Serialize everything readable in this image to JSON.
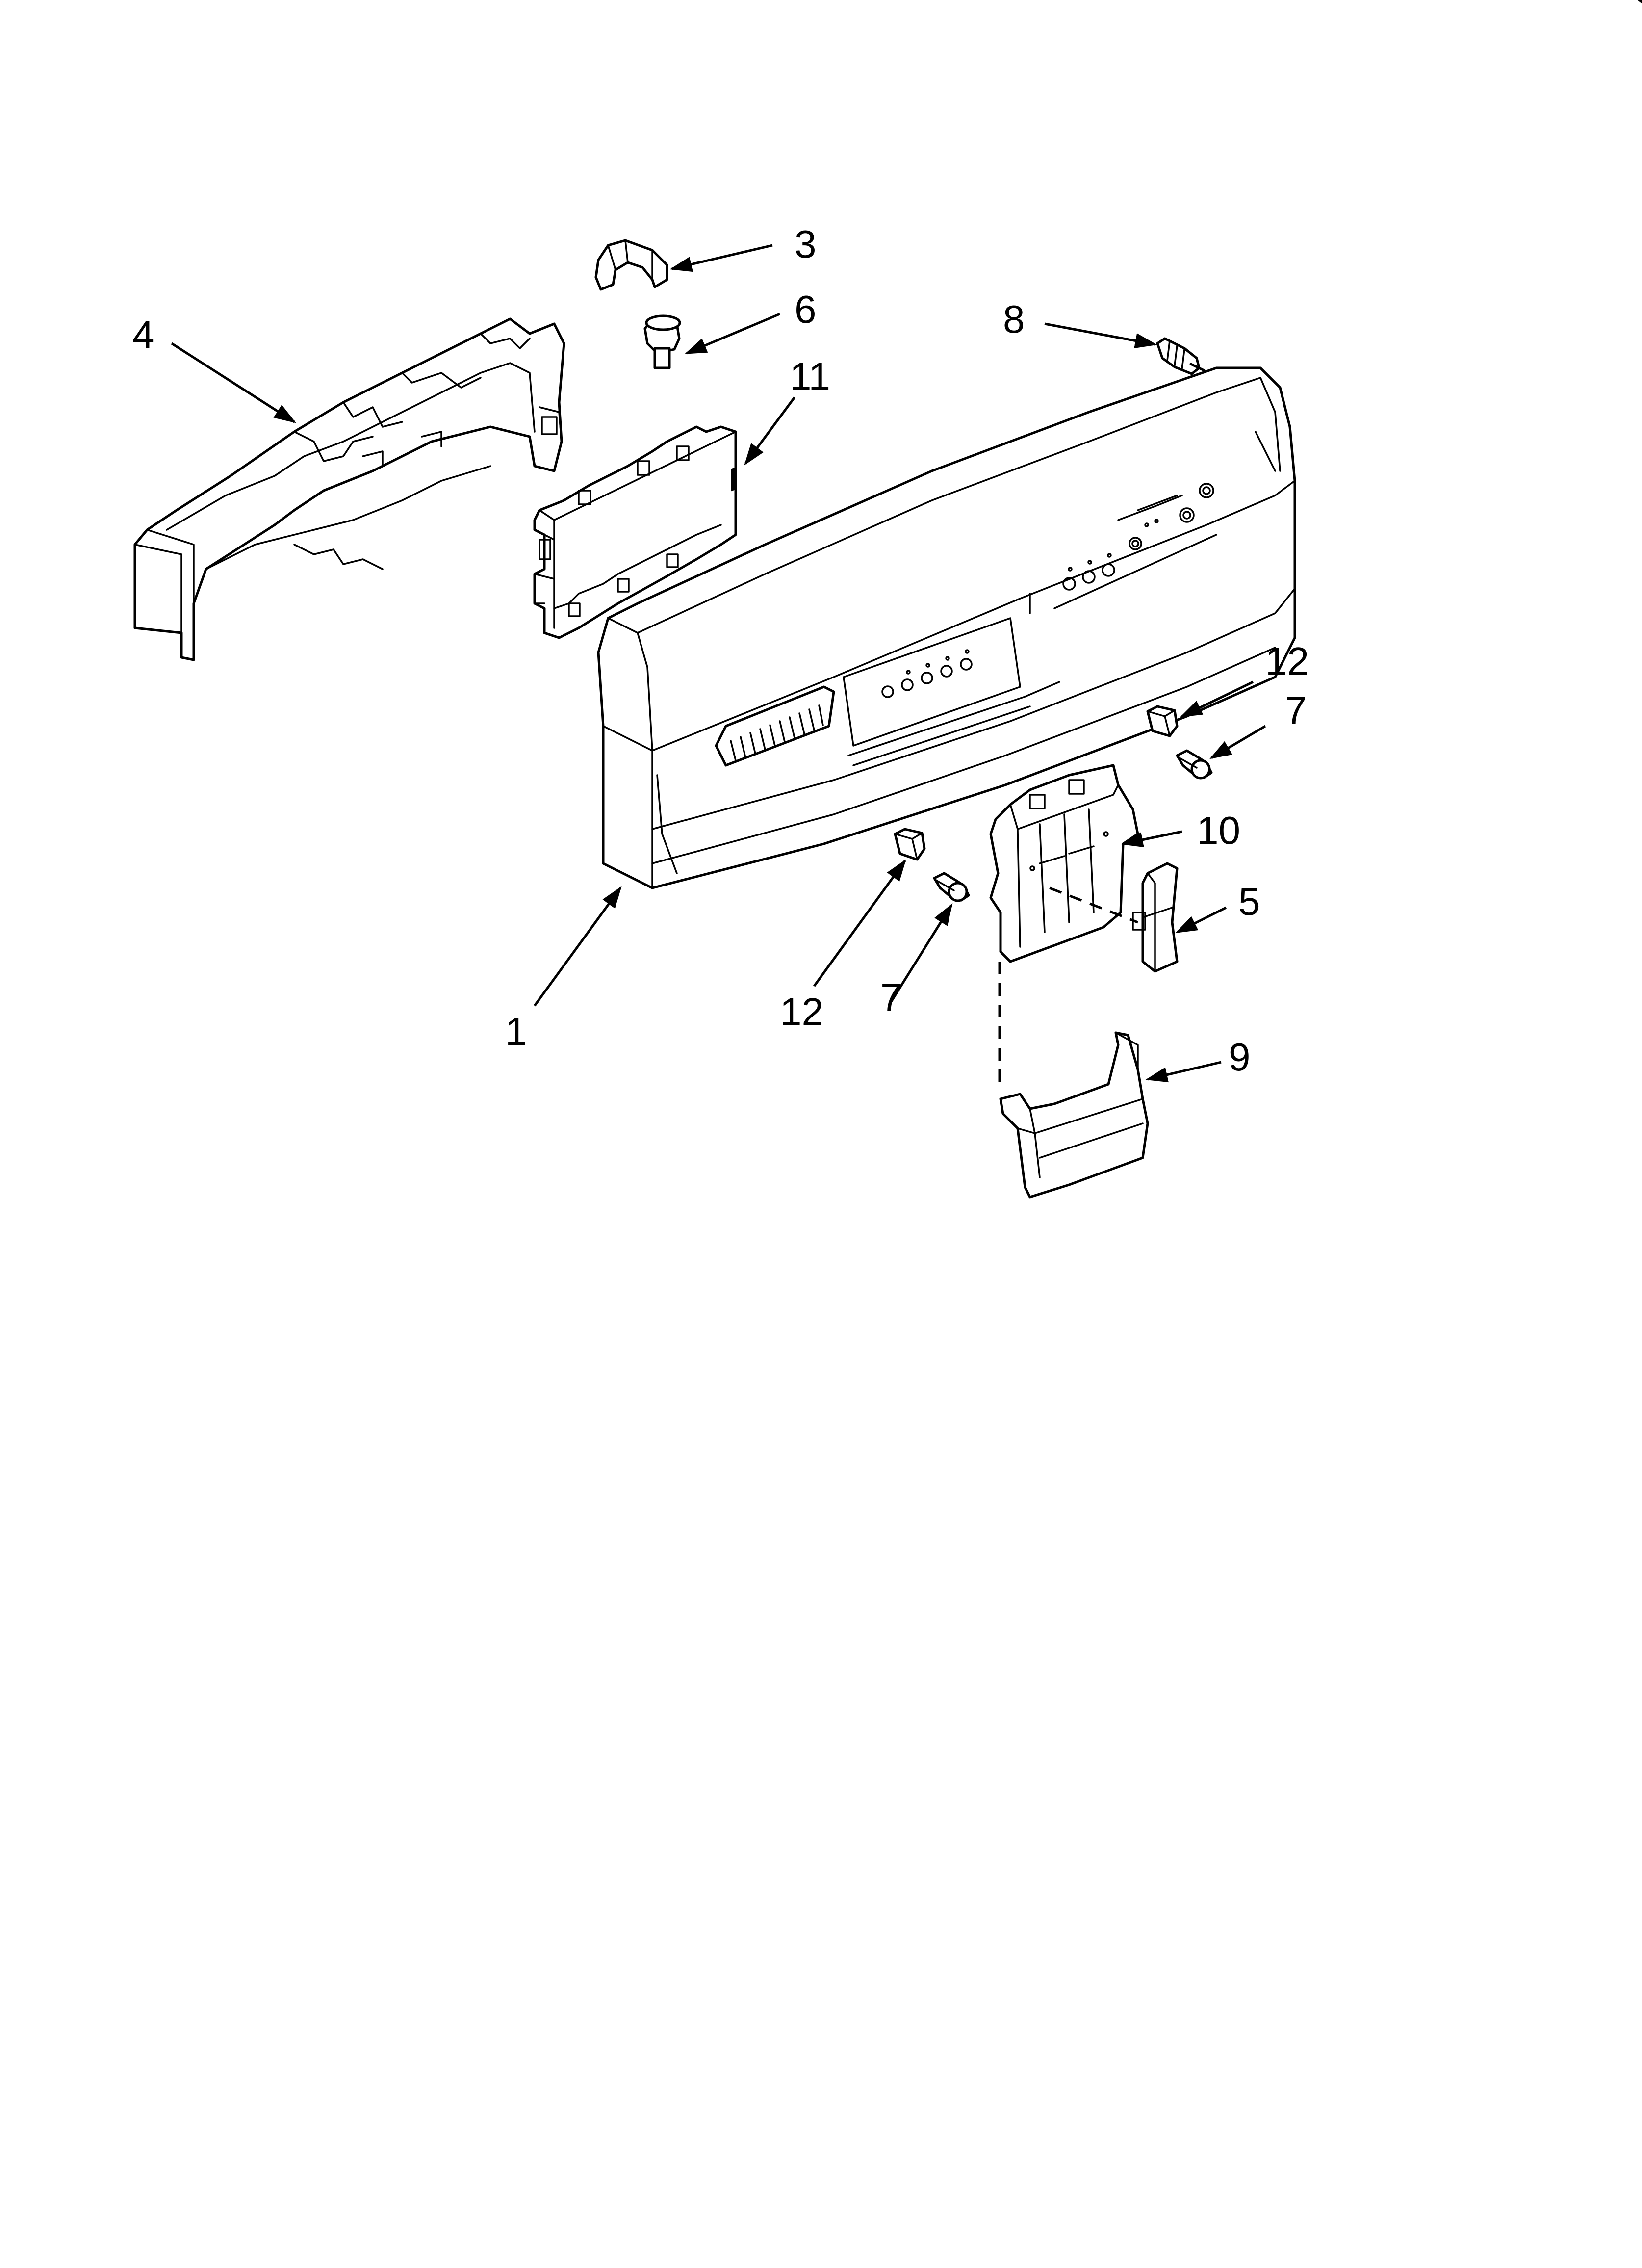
{
  "diagram": {
    "callouts": [
      {
        "id": "c3",
        "label": "3"
      },
      {
        "id": "c6",
        "label": "6"
      },
      {
        "id": "c11",
        "label": "11"
      },
      {
        "id": "c4",
        "label": "4"
      },
      {
        "id": "c8",
        "label": "8"
      },
      {
        "id": "c12a",
        "label": "12"
      },
      {
        "id": "c7a",
        "label": "7"
      },
      {
        "id": "c10",
        "label": "10"
      },
      {
        "id": "c5",
        "label": "5"
      },
      {
        "id": "c1",
        "label": "1"
      },
      {
        "id": "c12b",
        "label": "12"
      },
      {
        "id": "c7b",
        "label": "7"
      },
      {
        "id": "c9",
        "label": "9"
      }
    ],
    "parts": [
      {
        "id": "p1",
        "icon": "control-panel-console-icon"
      },
      {
        "id": "p3",
        "icon": "clip-icon"
      },
      {
        "id": "p4",
        "icon": "console-housing-icon"
      },
      {
        "id": "p5",
        "icon": "bracket-icon"
      },
      {
        "id": "p6",
        "icon": "plug-icon"
      },
      {
        "id": "p7",
        "icon": "screw-icon"
      },
      {
        "id": "p8",
        "icon": "screw-icon"
      },
      {
        "id": "p9",
        "icon": "handle-icon"
      },
      {
        "id": "p10",
        "icon": "mounting-plate-icon"
      },
      {
        "id": "p11",
        "icon": "control-board-icon"
      },
      {
        "id": "p12",
        "icon": "spacer-block-icon"
      }
    ]
  }
}
